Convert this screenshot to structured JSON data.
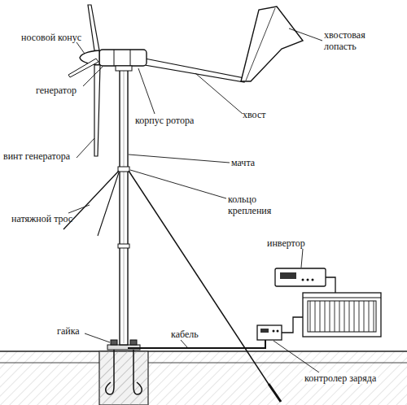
{
  "diagram": {
    "labels": [
      "носовой конус",
      "генератор",
      "винт генератора",
      "натяжной трос",
      "гайка",
      "корпус ротора",
      "хвост",
      "хвостовая лопасть",
      "мачта",
      "кольцо крепления",
      "инвертор",
      "кабель",
      "контролер заряда"
    ]
  }
}
